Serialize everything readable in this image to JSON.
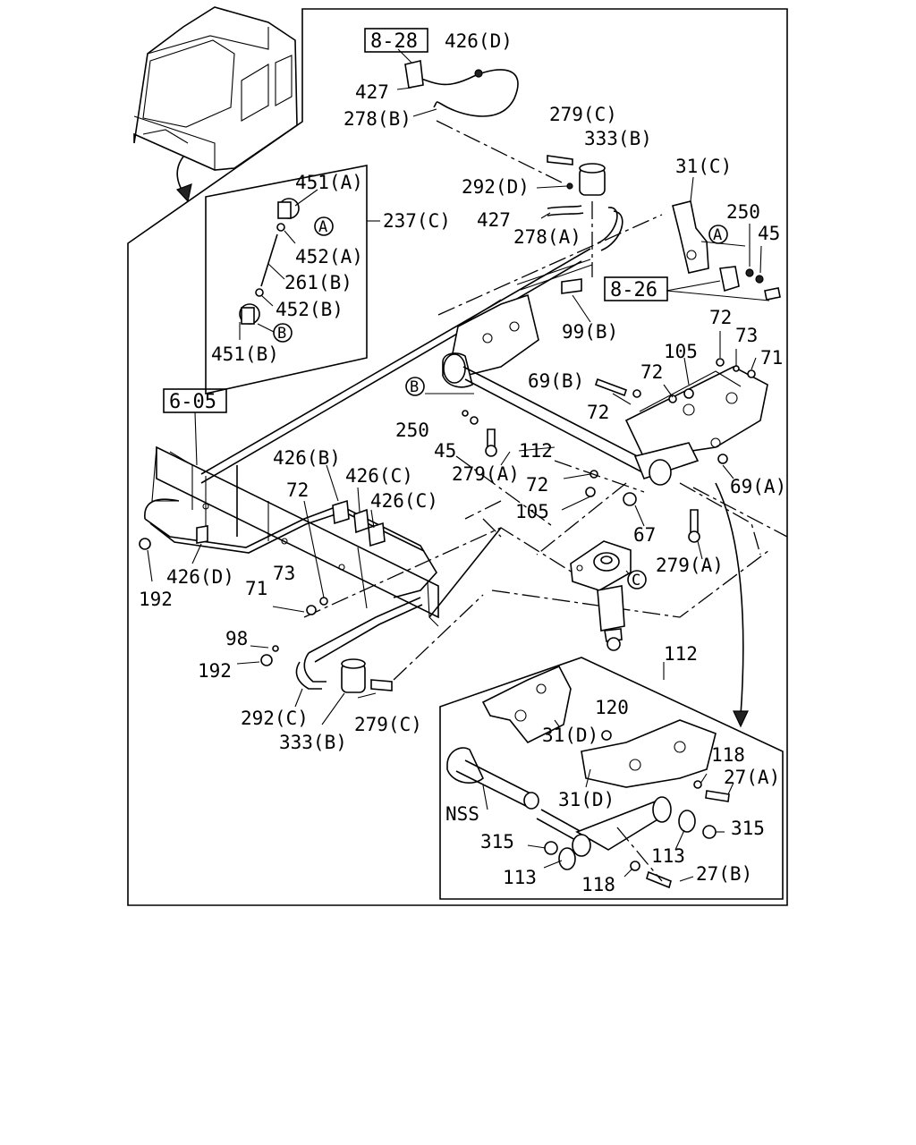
{
  "refs": [
    "8-28",
    "8-26",
    "6-05"
  ],
  "labels": {
    "l426D_top": "426(D)",
    "l427_top": "427",
    "l278B": "278(B)",
    "l279C_top": "279(C)",
    "l333B_top": "333(B)",
    "l292D": "292(D)",
    "l427_mid": "427",
    "l278A": "278(A)",
    "l31C": "31(C)",
    "l250_top": "250",
    "l45_top": "45",
    "l451A": "451(A)",
    "l237C": "237(C)",
    "l452A": "452(A)",
    "l261B": "261(B)",
    "l452B": "452(B)",
    "l451B": "451(B)",
    "l99B": "99(B)",
    "l72_a": "72",
    "l73_a": "73",
    "l71_a": "71",
    "l105_a": "105",
    "l72_b": "72",
    "l69B": "69(B)",
    "l72_c": "72",
    "l250_mid": "250",
    "l45_mid": "45",
    "l112_a": "112",
    "l279A_a": "279(A)",
    "l72_d": "72",
    "l105_b": "105",
    "l69A": "69(A)",
    "l67": "67",
    "l279A_b": "279(A)",
    "l426B": "426(B)",
    "l426C_a": "426(C)",
    "l426C_b": "426(C)",
    "l72_e": "72",
    "l426D_low": "426(D)",
    "l192_a": "192",
    "l73_b": "73",
    "l71_b": "71",
    "l98": "98",
    "l192_b": "192",
    "l292C": "292(C)",
    "l279C_low": "279(C)",
    "l333B_low": "333(B)",
    "l112_b": "112",
    "l120": "120",
    "l31D_a": "31(D)",
    "l118_a": "118",
    "l27A": "27(A)",
    "l31D_b": "31(D)",
    "lNSS": "NSS",
    "l315_a": "315",
    "l315_b": "315",
    "l113_a": "113",
    "l113_b": "113",
    "l118_b": "118",
    "l27B": "27(B)"
  },
  "markers": {
    "A1": "A",
    "B1": "B",
    "A2": "A",
    "B2": "B",
    "C1": "C"
  }
}
